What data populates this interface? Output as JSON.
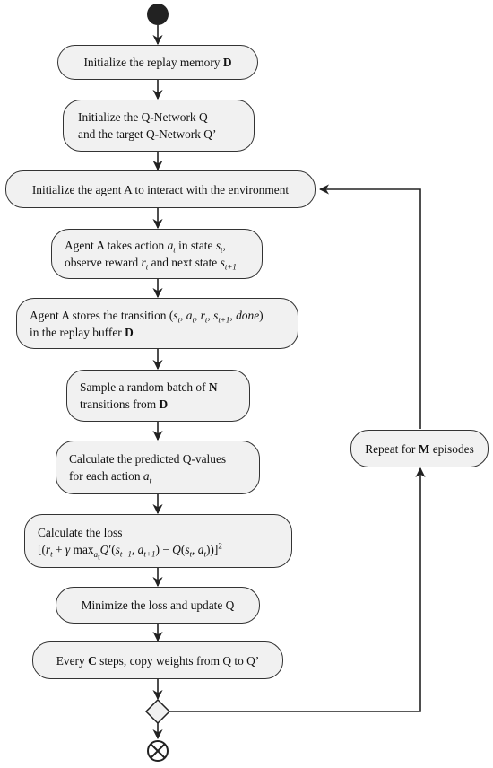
{
  "nodes": {
    "init_memory": "Initialize the replay memory",
    "init_memory_symbol": "D",
    "init_qnet_line1": "Initialize the Q-Network Q",
    "init_qnet_line2": "and the target Q-Network Q’",
    "init_agent": "Initialize the agent A to interact with the environment",
    "take_action_a": "Agent A takes action",
    "take_action_b": "in state",
    "observe_a": "observe reward",
    "observe_b": "and next state",
    "store_a": "Agent A stores the transition",
    "store_line2": "in the replay buffer",
    "store_symbol": "D",
    "sample_a": "Sample a random batch of",
    "sample_symbol": "N",
    "sample_line2": "transitions from",
    "sample_symbol2": "D",
    "calc_q_line1": "Calculate the predicted Q-values",
    "calc_q_line2": "for each action",
    "calc_loss_line1": "Calculate the loss",
    "minimize": "Minimize the loss and update Q",
    "every_a": "Every",
    "every_symbol": "C",
    "every_b": "steps, copy weights from Q to Q’",
    "repeat_a": "Repeat for",
    "repeat_symbol": "M",
    "repeat_b": "episodes"
  },
  "colors": {
    "node_fill": "#f1f1f1",
    "stroke": "#333333",
    "start_fill": "#222222"
  }
}
